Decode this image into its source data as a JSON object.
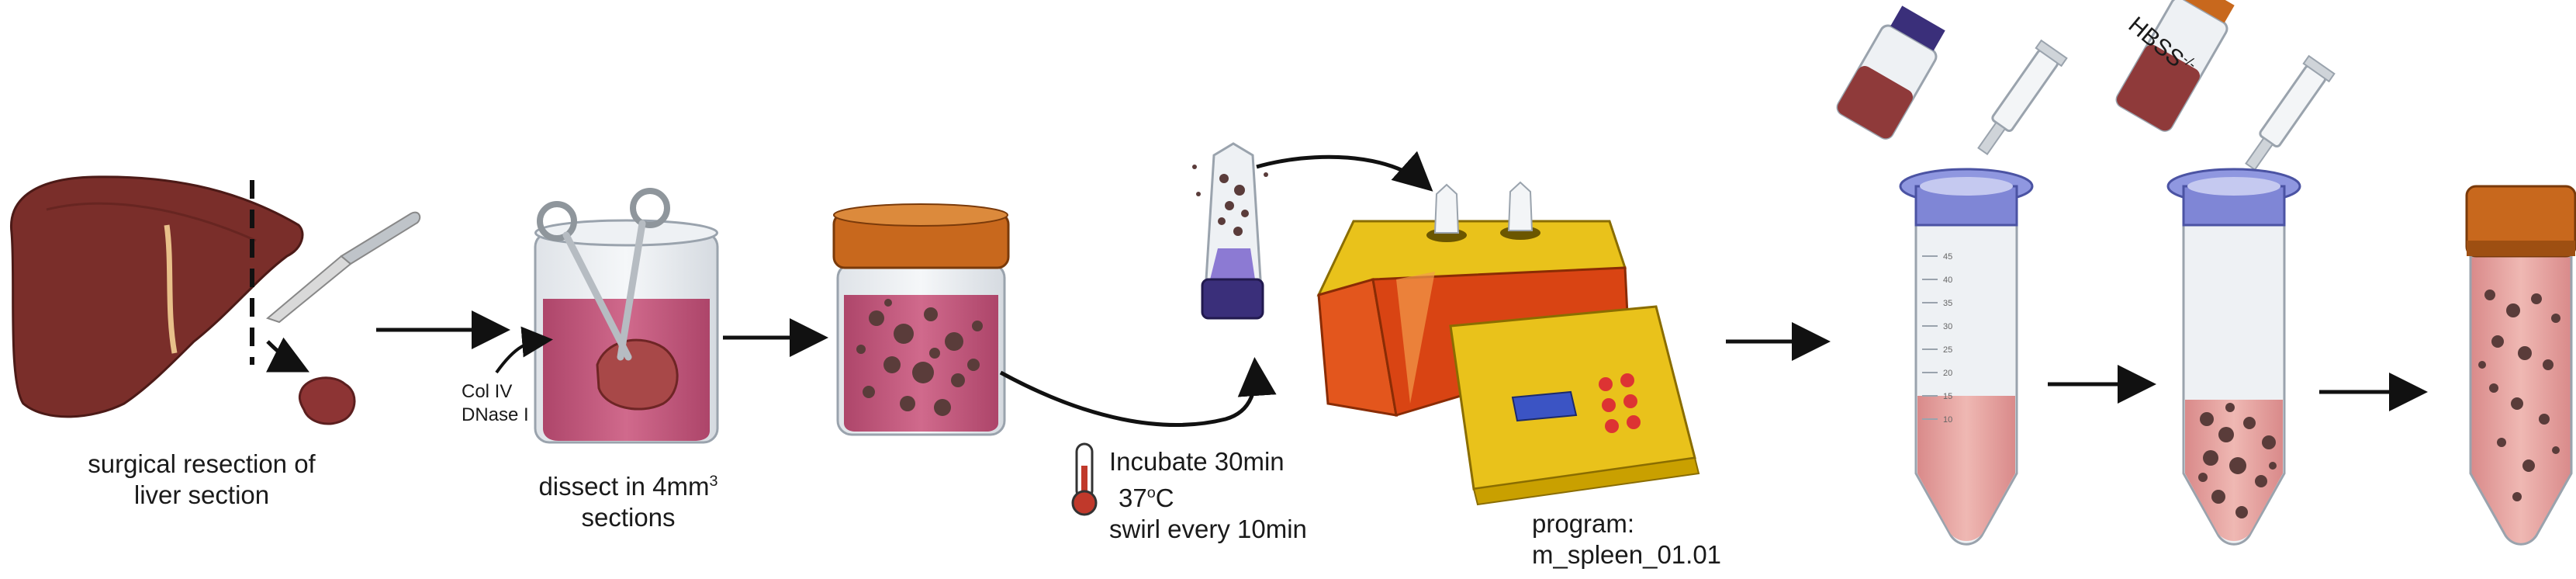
{
  "steps": {
    "resection": {
      "line1": "surgical resection of",
      "line2": "liver section"
    },
    "dissect": {
      "line1": "dissect in 4mm",
      "sup": "3",
      "line2": "sections"
    },
    "reagents": {
      "line1": "Col IV",
      "line2": "DNase I"
    },
    "incubate": {
      "line1": "Incubate 30min",
      "line2": "37",
      "degree": "o",
      "unit": "C",
      "line3": "swirl every 10min"
    },
    "program": {
      "label": "program: m_spleen_01.01"
    },
    "wash": {
      "buffer": "HBSS",
      "buffer_sup": "-/-"
    }
  },
  "tube_scale": [
    "45",
    "40",
    "35",
    "30",
    "25",
    "20",
    "15",
    "10"
  ],
  "colors": {
    "liver": "#7a2e2a",
    "liquid": "#c2466e",
    "lid": "#c8681d",
    "device_orange": "#e3561d",
    "device_yellow": "#e9c21b",
    "tube_blue": "#7f86d6",
    "pink_fluid": "#e8a0a0"
  }
}
